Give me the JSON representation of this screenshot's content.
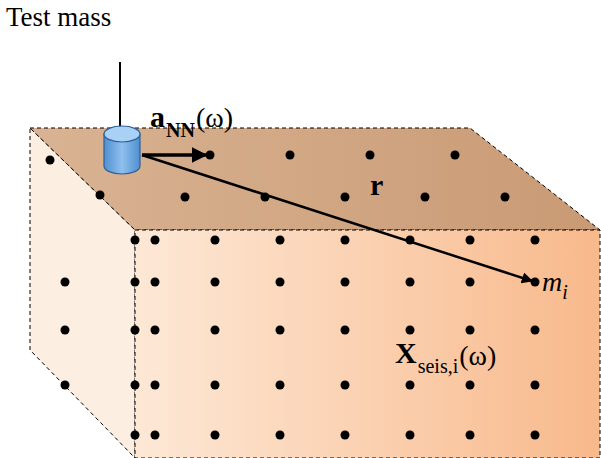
{
  "diagram": {
    "labels": [
      "Test mass",
      "a",
      "NN",
      "(ω)",
      "r",
      "m",
      "i",
      "X",
      "seis,i",
      "(ω)"
    ]
  }
}
